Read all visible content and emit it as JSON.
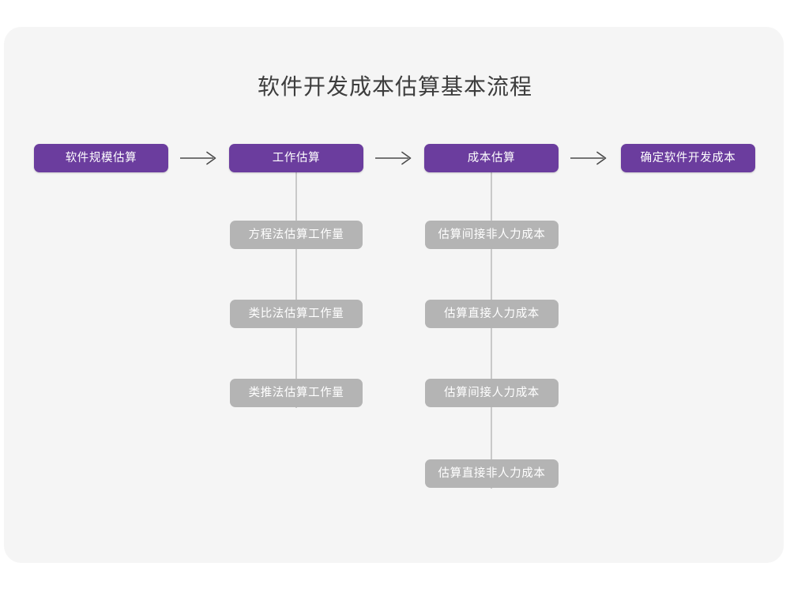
{
  "page": {
    "background_color": "#ffffff",
    "card_color": "#f5f5f5"
  },
  "colors": {
    "primary": "#6b3d9e",
    "secondary": "#b4b4b4",
    "connector": "#c9c9c9",
    "title_text": "#3d3d3d",
    "node_text": "#ffffff"
  },
  "diagram": {
    "title": "软件开发成本估算基本流程",
    "type": "flowchart",
    "main_flow": [
      {
        "id": "step-1",
        "label": "软件规模估算"
      },
      {
        "id": "step-2",
        "label": "工作估算"
      },
      {
        "id": "step-3",
        "label": "成本估算"
      },
      {
        "id": "step-4",
        "label": "确定软件开发成本"
      }
    ],
    "arrows": [
      {
        "id": "arrow-1",
        "glyph": "arrow-right-icon",
        "from": "step-1",
        "to": "step-2"
      },
      {
        "id": "arrow-2",
        "glyph": "arrow-right-icon",
        "from": "step-2",
        "to": "step-3"
      },
      {
        "id": "arrow-3",
        "glyph": "arrow-right-icon",
        "from": "step-3",
        "to": "step-4"
      }
    ],
    "branches": [
      {
        "id": "branch-work-estimation",
        "parent": "step-2",
        "items": [
          {
            "id": "work-1",
            "label": "方程法估算工作量"
          },
          {
            "id": "work-2",
            "label": "类比法估算工作量"
          },
          {
            "id": "work-3",
            "label": "类推法估算工作量"
          }
        ]
      },
      {
        "id": "branch-cost-estimation",
        "parent": "step-3",
        "items": [
          {
            "id": "cost-1",
            "label": "估算间接非人力成本"
          },
          {
            "id": "cost-2",
            "label": "估算直接人力成本"
          },
          {
            "id": "cost-3",
            "label": "估算间接人力成本"
          },
          {
            "id": "cost-4",
            "label": "估算直接非人力成本"
          }
        ]
      }
    ]
  }
}
